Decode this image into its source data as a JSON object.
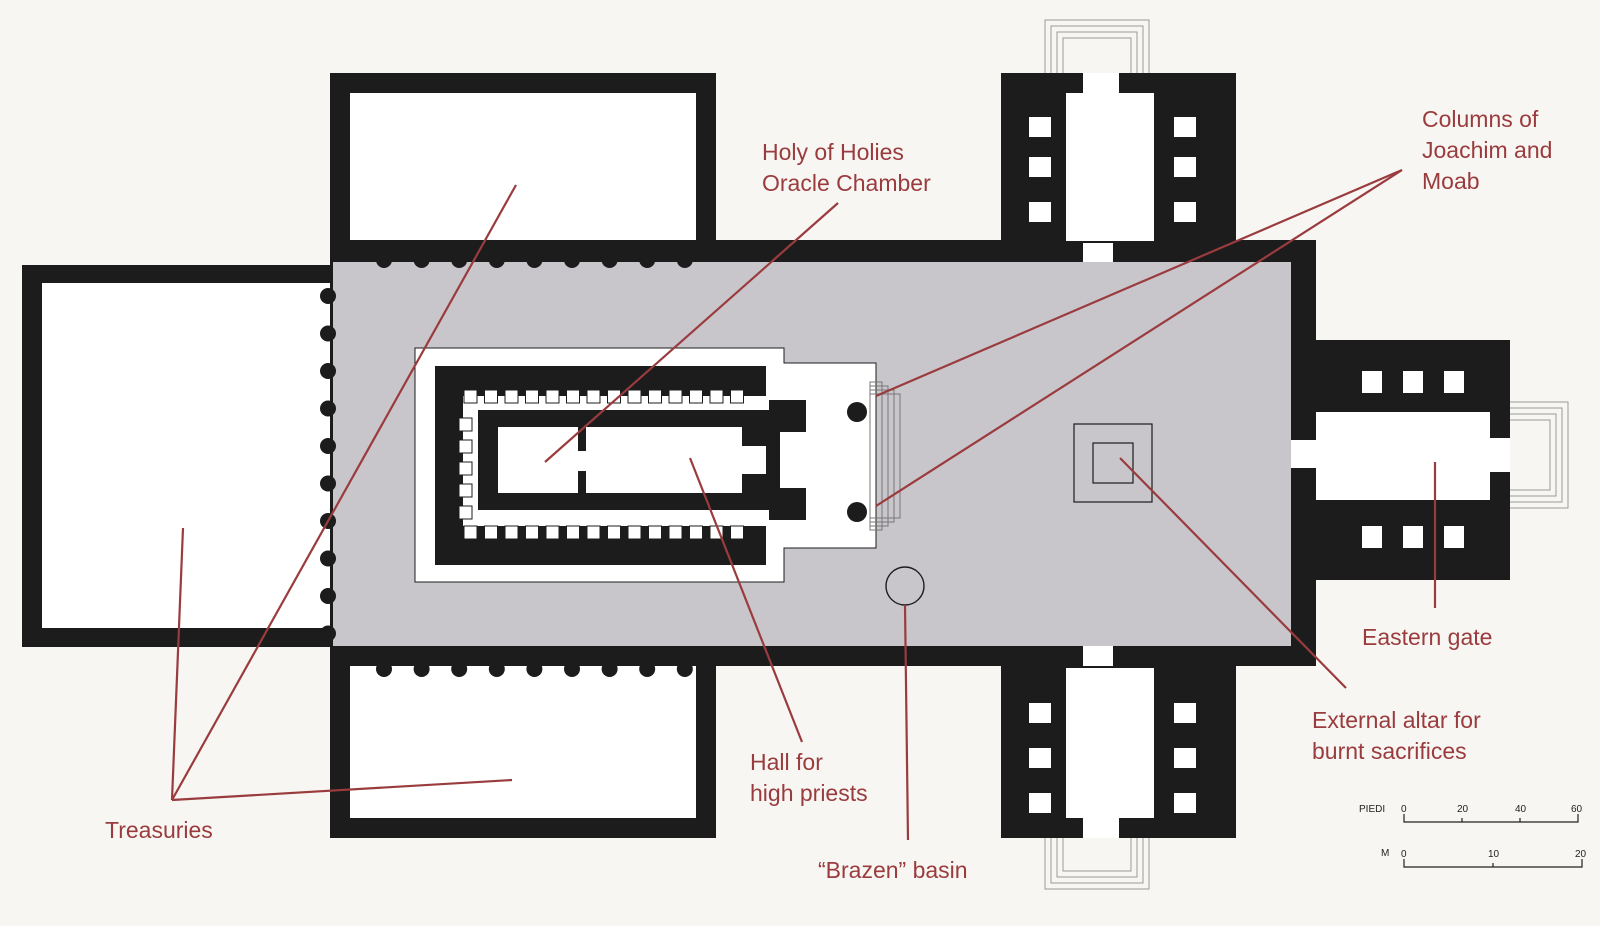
{
  "labels": {
    "holy_of_holies_line1": "Holy of Holies",
    "holy_of_holies_line2": "Oracle Chamber",
    "columns_line1": "Columns of",
    "columns_line2": "Joachim and",
    "columns_line3": "Moab",
    "eastern_gate": "Eastern gate",
    "altar_line1": "External altar for",
    "altar_line2": "burnt sacrifices",
    "hall_line1": "Hall for",
    "hall_line2": "high priests",
    "basin": "“Brazen” basin",
    "treasuries": "Treasuries"
  },
  "scale": {
    "feet_label": "PIEDI",
    "feet_ticks": [
      "0",
      "20",
      "40",
      "60"
    ],
    "meters_label": "M",
    "meters_ticks": [
      "0",
      "10",
      "20"
    ]
  },
  "colors": {
    "label": "#9a3b3e",
    "wall": "#1c1c1c",
    "courtyard": "#c9c6cb",
    "background": "#f7f6f2"
  }
}
